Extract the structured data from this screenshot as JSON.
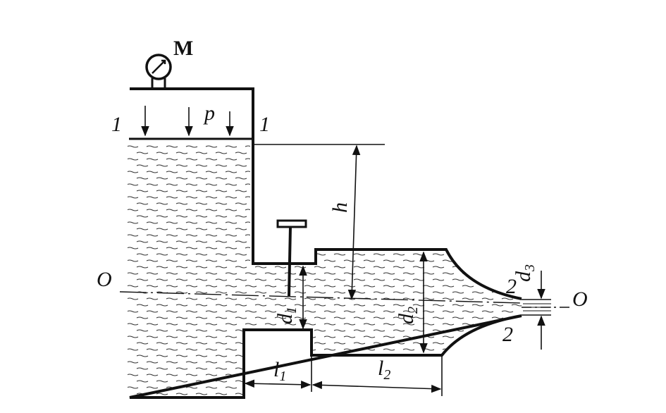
{
  "diagram": {
    "labels": {
      "gauge": "M",
      "pressure": "p",
      "section1_left": "1",
      "section1_right": "1",
      "head": "h",
      "datum_left": "O",
      "datum_right": "O",
      "section2_top": "2",
      "section2_bottom": "2",
      "d1_main": "d",
      "d1_sub": "1",
      "d2_main": "d",
      "d2_sub": "2",
      "d3_main": "d",
      "d3_sub": "3",
      "l1_main": "l",
      "l1_sub": "1",
      "l2_main": "l",
      "l2_sub": "2"
    }
  }
}
